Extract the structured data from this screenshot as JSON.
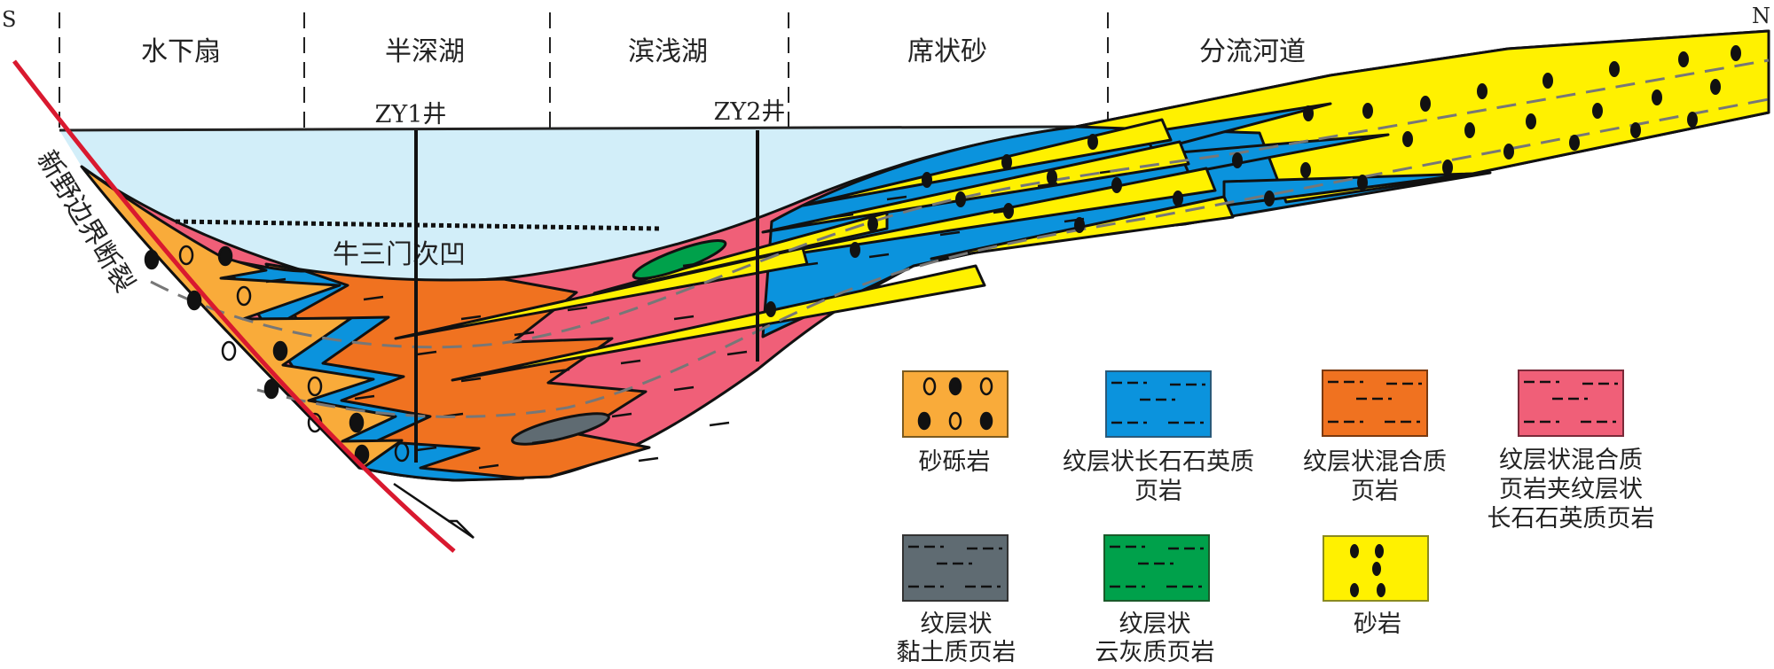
{
  "directions": {
    "south": "S",
    "north": "N"
  },
  "zones": [
    "水下扇",
    "半深湖",
    "滨浅湖",
    "席状砂",
    "分流河道"
  ],
  "wells": [
    "ZY1井",
    "ZY2井"
  ],
  "fault_label": "新野边界断裂",
  "sag_label": "牛三门次凹",
  "colors": {
    "lake": "#d2eef9",
    "fault": "#d9192f",
    "sandy_conglomerate": "#f9ab3a",
    "feldspathic_quartz_shale": "#0b93dd",
    "mixed_shale": "#f07220",
    "mixed_with_feldspathic": "#f05f78",
    "clay_shale": "#5f6b72",
    "dolomitic_shale": "#00a14b",
    "sandstone": "#fff100"
  },
  "legend": [
    {
      "lines": [
        "砂砾岩"
      ],
      "pattern": "open-and-filled-circles"
    },
    {
      "lines": [
        "纹层状长石石英质",
        "页岩"
      ],
      "pattern": "dashes"
    },
    {
      "lines": [
        "纹层状混合质",
        "页岩"
      ],
      "pattern": "dashes"
    },
    {
      "lines": [
        "纹层状混合质",
        "页岩夹纹层状",
        "长石石英质页岩"
      ],
      "pattern": "dashes"
    },
    {
      "lines": [
        "纹层状",
        "黏土质页岩"
      ],
      "pattern": "dashes"
    },
    {
      "lines": [
        "纹层状",
        "云灰质页岩"
      ],
      "pattern": "dashes"
    },
    {
      "lines": [
        "砂岩"
      ],
      "pattern": "filled-dots"
    }
  ]
}
